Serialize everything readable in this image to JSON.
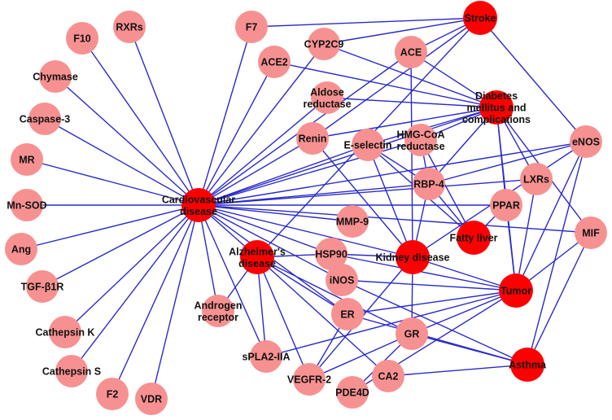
{
  "colors": {
    "disease_node": "#ff0000",
    "target_node": "#f79191",
    "edge": "#2a2acc",
    "label": "#111111"
  },
  "nodes": [
    {
      "id": "cvd",
      "lines": [
        "Cardiovascular",
        "disease"
      ],
      "kind": "disease"
    },
    {
      "id": "stroke",
      "lines": [
        "Stroke"
      ],
      "kind": "disease"
    },
    {
      "id": "diabetes",
      "lines": [
        "Diabetes",
        "mellitus and",
        "complications"
      ],
      "kind": "disease"
    },
    {
      "id": "fatty",
      "lines": [
        "Fatty liver"
      ],
      "kind": "disease"
    },
    {
      "id": "kidney",
      "lines": [
        "Kidney disease"
      ],
      "kind": "disease"
    },
    {
      "id": "alz",
      "lines": [
        "Alzheimer's",
        "disease"
      ],
      "kind": "disease"
    },
    {
      "id": "tumor",
      "lines": [
        "Tumor"
      ],
      "kind": "disease"
    },
    {
      "id": "asthma",
      "lines": [
        "Asthma"
      ],
      "kind": "disease"
    },
    {
      "id": "f10",
      "lines": [
        "F10"
      ],
      "kind": "target"
    },
    {
      "id": "rxrs",
      "lines": [
        "RXRs"
      ],
      "kind": "target"
    },
    {
      "id": "chymase",
      "lines": [
        "Chymase"
      ],
      "kind": "target"
    },
    {
      "id": "casp3",
      "lines": [
        "Caspase-3"
      ],
      "kind": "target"
    },
    {
      "id": "mr",
      "lines": [
        "MR"
      ],
      "kind": "target"
    },
    {
      "id": "mnsod",
      "lines": [
        "Mn-SOD"
      ],
      "kind": "target"
    },
    {
      "id": "ang",
      "lines": [
        "Ang"
      ],
      "kind": "target"
    },
    {
      "id": "tgf",
      "lines": [
        "TGF-β1R"
      ],
      "kind": "target"
    },
    {
      "id": "catk",
      "lines": [
        "Cathepsin K"
      ],
      "kind": "target"
    },
    {
      "id": "cats",
      "lines": [
        "Cathepsin S"
      ],
      "kind": "target"
    },
    {
      "id": "f2",
      "lines": [
        "F2"
      ],
      "kind": "target"
    },
    {
      "id": "vdr",
      "lines": [
        "VDR"
      ],
      "kind": "target"
    },
    {
      "id": "f7",
      "lines": [
        "F7"
      ],
      "kind": "target"
    },
    {
      "id": "ace2",
      "lines": [
        "ACE2"
      ],
      "kind": "target"
    },
    {
      "id": "cyp",
      "lines": [
        "CYP2C9"
      ],
      "kind": "target"
    },
    {
      "id": "ace",
      "lines": [
        "ACE"
      ],
      "kind": "target"
    },
    {
      "id": "aldose",
      "lines": [
        "Aldose",
        "reductase"
      ],
      "kind": "target"
    },
    {
      "id": "renin",
      "lines": [
        "Renin"
      ],
      "kind": "target"
    },
    {
      "id": "esel",
      "lines": [
        "E-selectin"
      ],
      "kind": "target"
    },
    {
      "id": "hmg",
      "lines": [
        "HMG-CoA",
        "reductase"
      ],
      "kind": "target"
    },
    {
      "id": "enos",
      "lines": [
        "eNOS"
      ],
      "kind": "target"
    },
    {
      "id": "lxrs",
      "lines": [
        "LXRs"
      ],
      "kind": "target"
    },
    {
      "id": "rbp4",
      "lines": [
        "RBP-4"
      ],
      "kind": "target"
    },
    {
      "id": "ppar",
      "lines": [
        "PPAR"
      ],
      "kind": "target"
    },
    {
      "id": "mmp9",
      "lines": [
        "MMP-9"
      ],
      "kind": "target"
    },
    {
      "id": "mif",
      "lines": [
        "MIF"
      ],
      "kind": "target"
    },
    {
      "id": "hsp90",
      "lines": [
        "HSP90"
      ],
      "kind": "target"
    },
    {
      "id": "inos",
      "lines": [
        "iNOS"
      ],
      "kind": "target"
    },
    {
      "id": "androgen",
      "lines": [
        "Androgen",
        "receptor"
      ],
      "kind": "target"
    },
    {
      "id": "er",
      "lines": [
        "ER"
      ],
      "kind": "target"
    },
    {
      "id": "gr",
      "lines": [
        "GR"
      ],
      "kind": "target"
    },
    {
      "id": "spla2",
      "lines": [
        "sPLA2-IIA"
      ],
      "kind": "target"
    },
    {
      "id": "vegfr2",
      "lines": [
        "VEGFR-2"
      ],
      "kind": "target"
    },
    {
      "id": "pde4d",
      "lines": [
        "PDE4D"
      ],
      "kind": "target"
    },
    {
      "id": "ca2",
      "lines": [
        "CA2"
      ],
      "kind": "target"
    }
  ],
  "edges": [
    [
      "cvd",
      "f10"
    ],
    [
      "cvd",
      "rxrs"
    ],
    [
      "cvd",
      "chymase"
    ],
    [
      "cvd",
      "casp3"
    ],
    [
      "cvd",
      "mr"
    ],
    [
      "cvd",
      "mnsod"
    ],
    [
      "cvd",
      "ang"
    ],
    [
      "cvd",
      "tgf"
    ],
    [
      "cvd",
      "catk"
    ],
    [
      "cvd",
      "cats"
    ],
    [
      "cvd",
      "f2"
    ],
    [
      "cvd",
      "vdr"
    ],
    [
      "cvd",
      "f7"
    ],
    [
      "cvd",
      "ace2"
    ],
    [
      "cvd",
      "cyp"
    ],
    [
      "cvd",
      "ace"
    ],
    [
      "cvd",
      "aldose"
    ],
    [
      "cvd",
      "renin"
    ],
    [
      "cvd",
      "esel"
    ],
    [
      "cvd",
      "hmg"
    ],
    [
      "cvd",
      "diabetes"
    ],
    [
      "cvd",
      "enos"
    ],
    [
      "cvd",
      "lxrs"
    ],
    [
      "cvd",
      "rbp4"
    ],
    [
      "cvd",
      "ppar"
    ],
    [
      "cvd",
      "mmp9"
    ],
    [
      "cvd",
      "mif"
    ],
    [
      "cvd",
      "hsp90"
    ],
    [
      "cvd",
      "inos"
    ],
    [
      "cvd",
      "alz"
    ],
    [
      "cvd",
      "androgen"
    ],
    [
      "cvd",
      "er"
    ],
    [
      "cvd",
      "spla2"
    ],
    [
      "cvd",
      "kidney"
    ],
    [
      "stroke",
      "f7"
    ],
    [
      "stroke",
      "cyp"
    ],
    [
      "stroke",
      "ace"
    ],
    [
      "stroke",
      "renin"
    ],
    [
      "stroke",
      "alz"
    ],
    [
      "stroke",
      "enos"
    ],
    [
      "diabetes",
      "ace2"
    ],
    [
      "diabetes",
      "cyp"
    ],
    [
      "diabetes",
      "ace"
    ],
    [
      "diabetes",
      "aldose"
    ],
    [
      "diabetes",
      "renin"
    ],
    [
      "diabetes",
      "esel"
    ],
    [
      "diabetes",
      "hmg"
    ],
    [
      "diabetes",
      "lxrs"
    ],
    [
      "diabetes",
      "ppar"
    ],
    [
      "diabetes",
      "tumor"
    ],
    [
      "diabetes",
      "mif"
    ],
    [
      "diabetes",
      "rbp4"
    ],
    [
      "fatty",
      "rbp4"
    ],
    [
      "fatty",
      "hmg"
    ],
    [
      "fatty",
      "esel"
    ],
    [
      "fatty",
      "ppar"
    ],
    [
      "kidney",
      "ace"
    ],
    [
      "kidney",
      "renin"
    ],
    [
      "kidney",
      "esel"
    ],
    [
      "kidney",
      "rbp4"
    ],
    [
      "kidney",
      "enos"
    ],
    [
      "kidney",
      "hsp90"
    ],
    [
      "kidney",
      "gr"
    ],
    [
      "kidney",
      "vegfr2"
    ],
    [
      "kidney",
      "tumor"
    ],
    [
      "alz",
      "androgen"
    ],
    [
      "alz",
      "spla2"
    ],
    [
      "alz",
      "er"
    ],
    [
      "alz",
      "gr"
    ],
    [
      "alz",
      "vegfr2"
    ],
    [
      "alz",
      "ca2"
    ],
    [
      "alz",
      "hsp90"
    ],
    [
      "tumor",
      "enos"
    ],
    [
      "tumor",
      "lxrs"
    ],
    [
      "tumor",
      "ppar"
    ],
    [
      "tumor",
      "mif"
    ],
    [
      "tumor",
      "hsp90"
    ],
    [
      "tumor",
      "er"
    ],
    [
      "tumor",
      "gr"
    ],
    [
      "tumor",
      "pde4d"
    ],
    [
      "tumor",
      "inos"
    ],
    [
      "tumor",
      "spla2"
    ],
    [
      "asthma",
      "mif"
    ],
    [
      "asthma",
      "gr"
    ],
    [
      "asthma",
      "inos"
    ],
    [
      "asthma",
      "ca2"
    ],
    [
      "asthma",
      "er"
    ],
    [
      "asthma",
      "enos"
    ],
    [
      "er",
      "vegfr2"
    ],
    [
      "gr",
      "pde4d"
    ],
    [
      "gr",
      "vegfr2"
    ],
    [
      "esel",
      "rbp4"
    ],
    [
      "rbp4",
      "enos"
    ],
    [
      "hmg",
      "rbp4"
    ]
  ]
}
